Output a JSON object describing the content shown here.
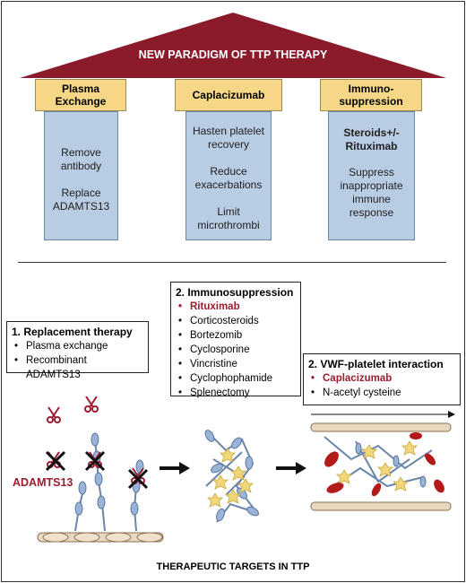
{
  "roof": {
    "title": "NEW PARADIGM OF TTP THERAPY",
    "color": "#8b1a2b"
  },
  "pillars": [
    {
      "cap": "Plasma\nExchange",
      "lines": [
        "Remove",
        "antibody",
        "",
        "Replace",
        "ADAMTS13"
      ]
    },
    {
      "cap": "Caplacizumab",
      "lines": [
        "Hasten platelet",
        "recovery",
        "",
        "Reduce",
        "exacerbations",
        "",
        "Limit",
        "microthrombi"
      ]
    },
    {
      "cap": "Immuno-\nsuppression",
      "bold": "Steroids+/-\nRituximab",
      "lines": [
        "Suppress",
        "inappropriate",
        "immune",
        "response"
      ]
    }
  ],
  "box_replacement": {
    "title": "1. Replacement therapy",
    "items": [
      "Plasma exchange",
      "Recombinant ADAMTS13"
    ]
  },
  "box_immuno": {
    "title": "2. Immunosuppression",
    "highlight": "Rituximab",
    "items": [
      "Corticosteroids",
      "Bortezomib",
      "Cyclosporine",
      "Vincristine",
      "Cyclophophamide",
      "Splenectomy"
    ]
  },
  "box_vwf": {
    "title": "2. VWF-platelet interaction",
    "highlight": "Caplacizumab",
    "items": [
      "N-acetyl cysteine"
    ]
  },
  "label_adamts13": "ADAMTS13",
  "footer": "THERAPEUTIC TARGETS IN TTP",
  "colors": {
    "cap": "#f5d787",
    "pillar": "#b8cce4",
    "red": "#9b1b30",
    "platelet": "#f0d77a",
    "vwf": "#9ab4d8"
  }
}
